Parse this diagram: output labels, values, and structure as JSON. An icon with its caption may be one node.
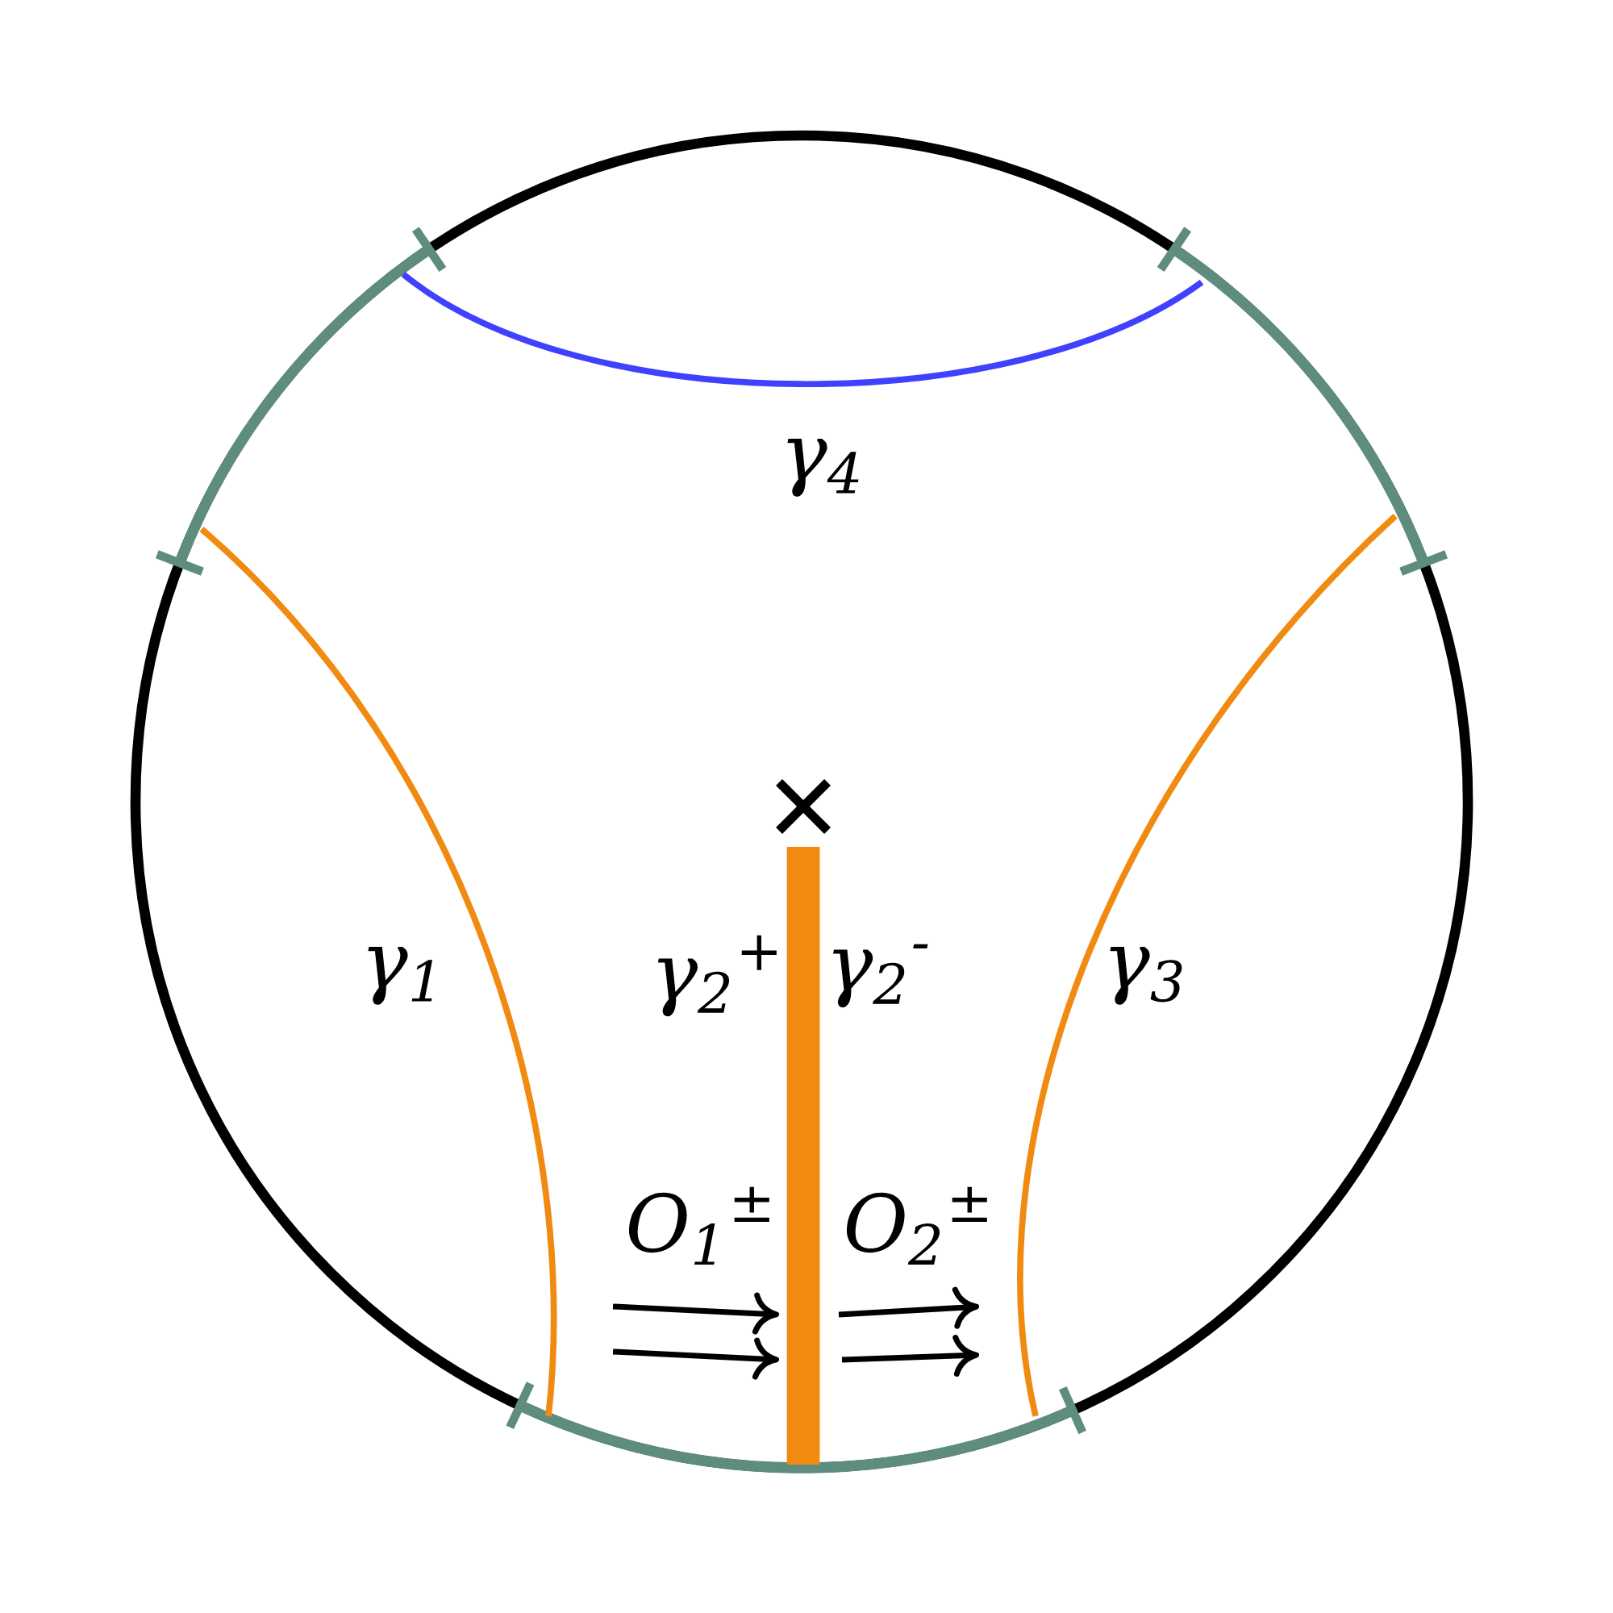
{
  "diagram": {
    "labels": [
      "γ$_{4}$",
      "γ$_{1}$",
      "γ$_{2}$$^{+}$",
      "γ$_{2}$$^{-}$",
      "γ$_{3}$",
      "O$_{1}$$^{±}$",
      "O$_{2}$$^{±}$"
    ]
  }
}
